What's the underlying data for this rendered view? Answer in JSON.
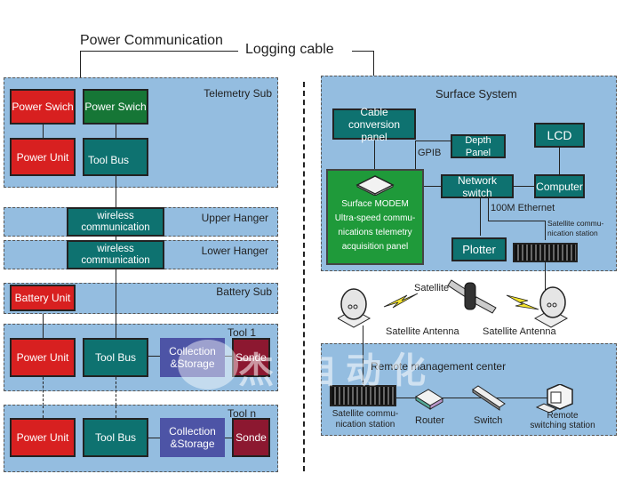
{
  "header": {
    "power_communication": "Power Communication",
    "logging_cable": "Logging cable"
  },
  "downhole": {
    "telemetry_sub": {
      "label": "Telemetry Sub",
      "power_switch_red": "Power Swich",
      "power_switch_green": "Power Swich",
      "power_unit": "Power Unit",
      "tool_bus": "Tool Bus"
    },
    "upper_hanger": {
      "label": "Upper Hanger",
      "box": "wireless communication"
    },
    "lower_hanger": {
      "label": "Lower Hanger",
      "box": "wireless communication"
    },
    "battery_sub": {
      "label": "Battery Sub",
      "battery_unit": "Battery Unit"
    },
    "tool_1": {
      "label": "Tool 1",
      "power_unit": "Power Unit",
      "tool_bus": "Tool Bus",
      "collection": "Collection &Storage",
      "sonde": "Sonde"
    },
    "tool_n": {
      "label": "Tool n",
      "power_unit": "Power Unit",
      "tool_bus": "Tool Bus",
      "collection": "Collection &Storage",
      "sonde": "Sonde"
    }
  },
  "surface": {
    "label": "Surface System",
    "cable_conversion": "Cable conversion panel",
    "depth_panel": "Depth Panel",
    "gpib": "GPIB",
    "lcd": "LCD",
    "network_switch": "Network switch",
    "computer": "Computer",
    "ethernet": "100M Ethernet",
    "sat_station": "Satellite commu- nication station",
    "plotter": "Plotter",
    "modem_title": "Surface MODEM",
    "modem_desc_1": "Ultra-speed commu-",
    "modem_desc_2": "nications telemetry",
    "modem_desc_3": "acquisition panel"
  },
  "satellite_link": {
    "satellite": "Satellite",
    "antenna_left": "Satellite Antenna",
    "antenna_right": "Satellite Antenna"
  },
  "remote": {
    "label": "Remote management center",
    "sat_station": "Satellite commu- nication station",
    "router": "Router",
    "switch": "Switch",
    "remote_station": "Remote switching station"
  },
  "watermark": "杰 自动化"
}
